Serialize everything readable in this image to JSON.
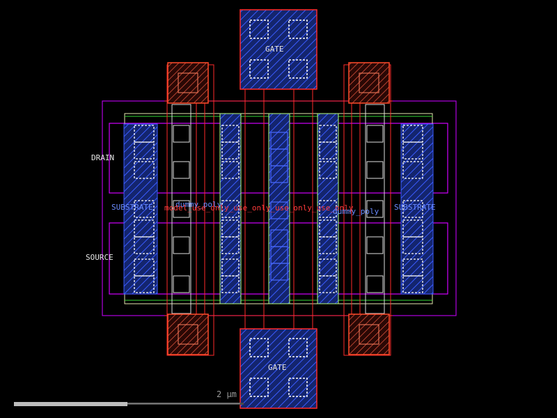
{
  "colors": {
    "background": "#000000",
    "metal1_outline": "#e8e8e8",
    "poly_outline": "#ff2a2a",
    "diffusion_outline": "#b7ff7a",
    "nwell_outline": "#c000ff",
    "gate_fill": "#1a3bd6",
    "via_outline": "#ffffff",
    "contact_fill": "#e0503a",
    "label_white": "#e6e6e6",
    "label_blue": "#6b8cff",
    "label_red": "#ff3b3b",
    "scalebar": "#bdbdbd"
  },
  "labels": {
    "gate_top": "GATE",
    "gate_bottom": "GATE",
    "drain": "DRAIN",
    "source": "SOURCE",
    "substrate_left": "SUBSTRATE",
    "substrate_right": "SUBSTRATE",
    "dummy_poly_left": "dummy_poly",
    "dummy_poly_right": "dummy_poly",
    "overlap_text": "model_use_only_use_only_use_only_use_only"
  },
  "scale": {
    "text": "2 µm"
  }
}
